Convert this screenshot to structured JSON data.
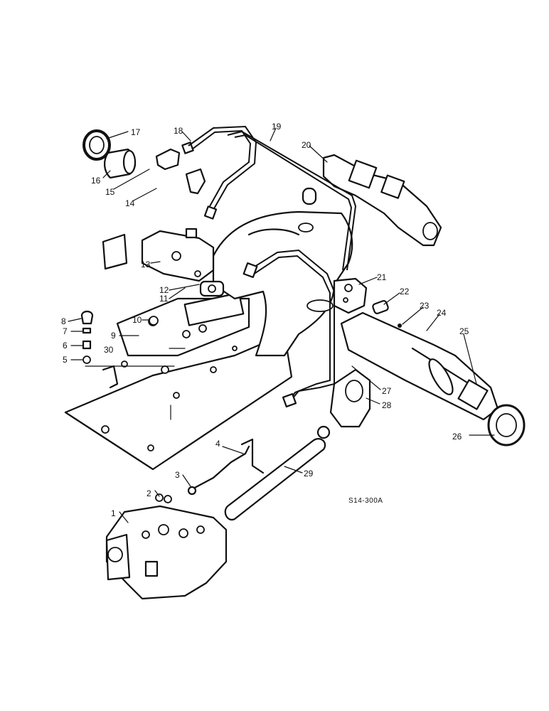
{
  "callouts": {
    "c1": "1",
    "c2": "2",
    "c3": "3",
    "c4": "4",
    "c5": "5",
    "c6": "6",
    "c7": "7",
    "c8": "8",
    "c9": "9",
    "c10": "10",
    "c11": "11",
    "c12": "12",
    "c13": "13",
    "c14": "14",
    "c15": "15",
    "c16": "16",
    "c17": "17",
    "c18": "18",
    "c19": "19",
    "c20": "20",
    "c21": "21",
    "c22": "22",
    "c23": "23",
    "c24": "24",
    "c25": "25",
    "c26": "26",
    "c27": "27",
    "c28": "28",
    "c29": "29",
    "c30": "30"
  },
  "drawing_code": "S14-300A"
}
